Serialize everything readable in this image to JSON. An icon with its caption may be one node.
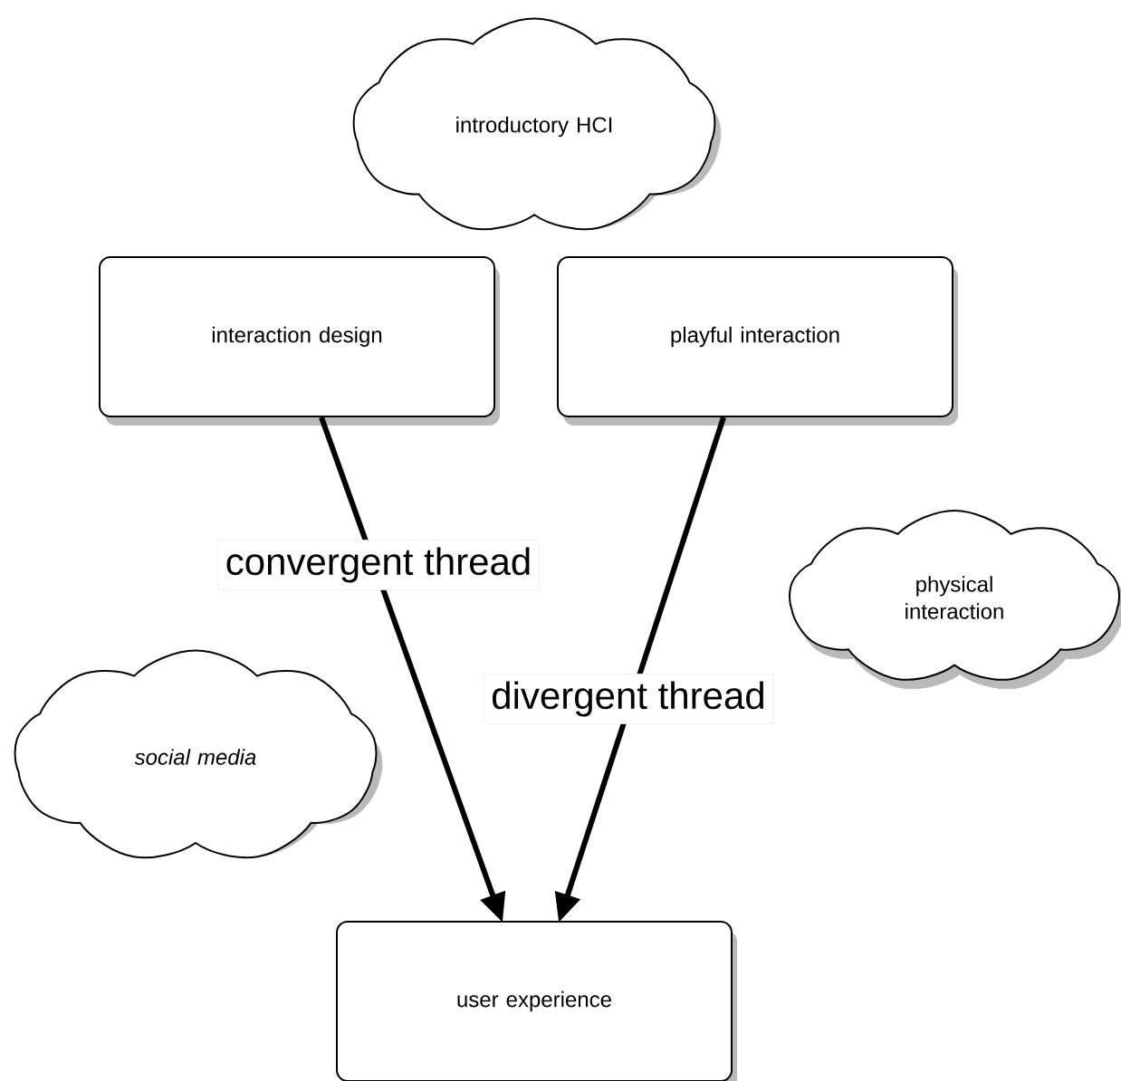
{
  "diagram": {
    "nodes": [
      {
        "text": [
          "introductory HCI"
        ]
      },
      {
        "text": [
          "interaction design"
        ]
      },
      {
        "text": [
          "playful interaction"
        ]
      },
      {
        "text": [
          "physical interaction"
        ]
      },
      {
        "text": [
          "social media"
        ]
      },
      {
        "text": [
          "user experience"
        ]
      }
    ],
    "edges": [
      {
        "from": 1,
        "to": 5,
        "arrow": "to",
        "label": "convergent thread"
      },
      {
        "from": 2,
        "to": 5,
        "arrow": "to",
        "label": "divergent thread"
      }
    ]
  }
}
